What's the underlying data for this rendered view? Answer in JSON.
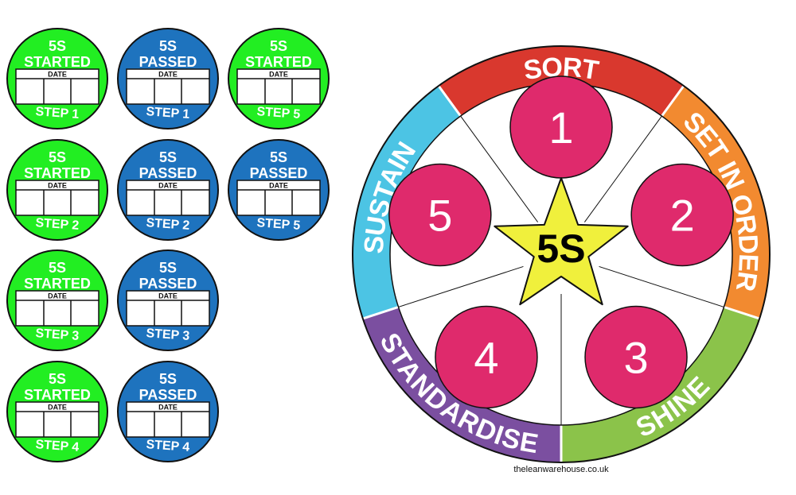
{
  "stickers": [
    {
      "title": "5S",
      "status": "STARTED",
      "date_label": "DATE",
      "step": "STEP 1",
      "color": "#22ee22"
    },
    {
      "title": "5S",
      "status": "PASSED",
      "date_label": "DATE",
      "step": "STEP 1",
      "color": "#1e73be"
    },
    {
      "title": "5S",
      "status": "STARTED",
      "date_label": "DATE",
      "step": "STEP 5",
      "color": "#22ee22"
    },
    {
      "title": "5S",
      "status": "STARTED",
      "date_label": "DATE",
      "step": "STEP 2",
      "color": "#22ee22"
    },
    {
      "title": "5S",
      "status": "PASSED",
      "date_label": "DATE",
      "step": "STEP 2",
      "color": "#1e73be"
    },
    {
      "title": "5S",
      "status": "PASSED",
      "date_label": "DATE",
      "step": "STEP 5",
      "color": "#1e73be"
    },
    {
      "title": "5S",
      "status": "STARTED",
      "date_label": "DATE",
      "step": "STEP 3",
      "color": "#22ee22"
    },
    {
      "title": "5S",
      "status": "PASSED",
      "date_label": "DATE",
      "step": "STEP 3",
      "color": "#1e73be"
    },
    {
      "title": "5S",
      "status": "STARTED",
      "date_label": "DATE",
      "step": "STEP 4",
      "color": "#22ee22"
    },
    {
      "title": "5S",
      "status": "PASSED",
      "date_label": "DATE",
      "step": "STEP 4",
      "color": "#1e73be"
    }
  ],
  "wheel": {
    "center_label": "5S",
    "segments": [
      {
        "label": "SORT",
        "color": "#d9382e"
      },
      {
        "label": "SET IN ORDER",
        "color": "#f28a30"
      },
      {
        "label": "SHINE",
        "color": "#8bc34a"
      },
      {
        "label": "STANDARDISE",
        "color": "#7b4fa0"
      },
      {
        "label": "SUSTAIN",
        "color": "#4cc4e4"
      }
    ],
    "numbers": [
      "1",
      "2",
      "3",
      "4",
      "5"
    ],
    "circle_color": "#df2a6c",
    "star_color": "#f0f03c",
    "footer": "theleanwarehouse.co.uk"
  }
}
